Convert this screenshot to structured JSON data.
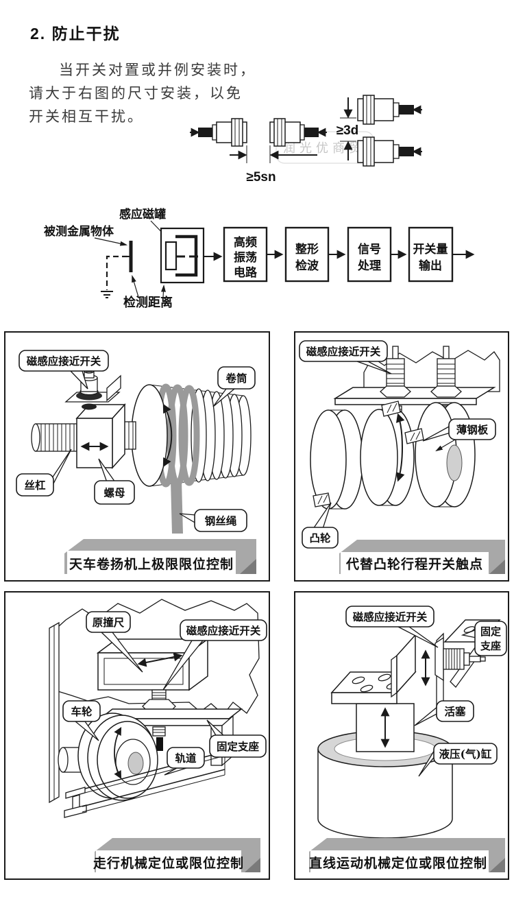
{
  "header": {
    "heading": "2. 防止干扰",
    "line1": "当开关对置或并例安装时，",
    "line2": "请大于右图的尺寸安装，以免",
    "line3": "开关相互干扰。"
  },
  "watermark": "润光优商贸",
  "spacing": {
    "dim_h": "≥5sn",
    "dim_v": "≥3d"
  },
  "principle": {
    "label_metal": "被测金属物体",
    "label_coil": "感应磁罐",
    "label_distance": "检测距离",
    "box1_l1": "高频",
    "box1_l2": "振荡",
    "box1_l3": "电路",
    "box2_l1": "整形",
    "box2_l2": "检波",
    "box3_l1": "信号",
    "box3_l2": "处理",
    "box4_l1": "开关量",
    "box4_l2": "输出"
  },
  "panels": [
    {
      "caption": "天车卷扬机上极限限位控制",
      "labels": {
        "switch": "磁感应接近开关",
        "drum": "卷筒",
        "screw": "丝杠",
        "nut": "螺母",
        "rope": "钢丝绳"
      }
    },
    {
      "caption": "代替凸轮行程开关触点",
      "labels": {
        "switch": "磁感应接近开关",
        "plate": "薄钢板",
        "cam": "凸轮"
      }
    },
    {
      "caption": "走行机械定位或限位控制",
      "labels": {
        "ruler": "原撞尺",
        "switch": "磁感应接近开关",
        "wheel": "车轮",
        "rail": "轨道",
        "support": "固定支座"
      }
    },
    {
      "caption": "直线运动机械定位或限位控制",
      "labels": {
        "switch": "磁感应接近开关",
        "support_l1": "固定",
        "support_l2": "支座",
        "piston": "活塞",
        "cylinder": "液压(气)缸"
      }
    }
  ]
}
